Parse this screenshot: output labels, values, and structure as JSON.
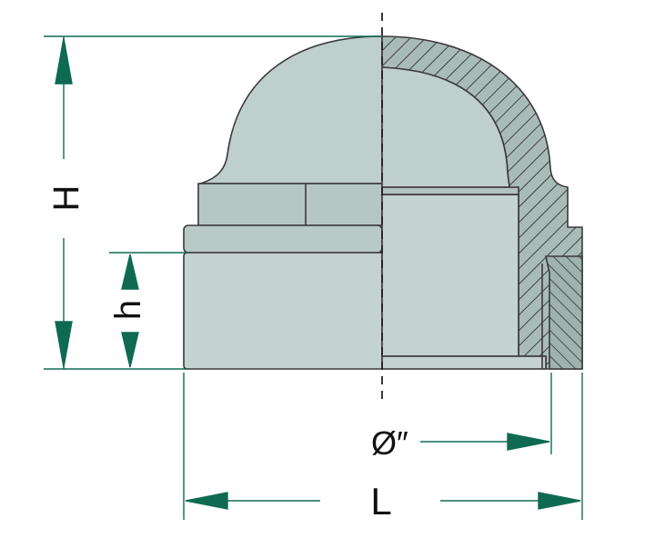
{
  "drawing": {
    "title": "",
    "labels": {
      "H": "H",
      "h": "h",
      "L": "L",
      "diameter": "Ø″"
    }
  },
  "colors": {
    "body_fill": "#bfcfcb",
    "body_stroke": "#3a3a3a",
    "dimension": "#0e6b52",
    "hatch": "#333333",
    "section_fill": "#9fb2ad",
    "watermark": "#d6e4e0"
  }
}
